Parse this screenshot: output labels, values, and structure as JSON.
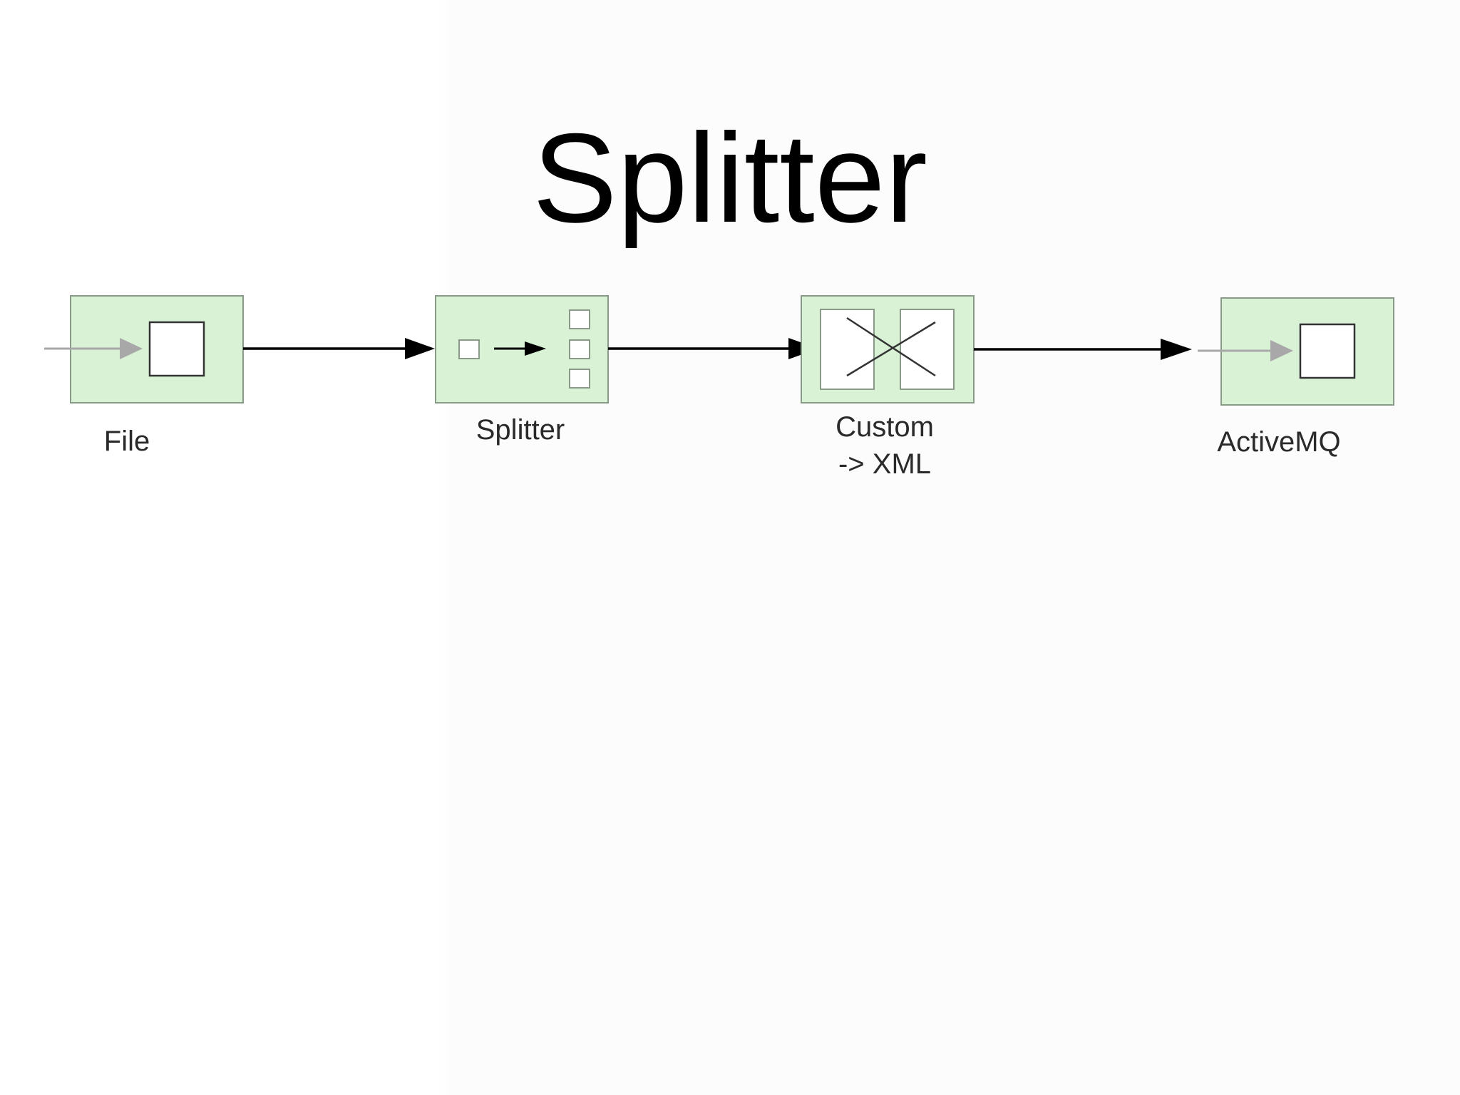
{
  "slide": {
    "title": "Splitter"
  },
  "diagram": {
    "colors": {
      "node_fill": "#d9f2d6",
      "node_border": "#8a9a88",
      "arrow": "#000000",
      "input_arrow": "#a8a8a8"
    },
    "nodes": [
      {
        "id": "file",
        "label": "File",
        "icon": "endpoint-box-icon"
      },
      {
        "id": "splitter",
        "label": "Splitter",
        "icon": "splitter-icon"
      },
      {
        "id": "custom",
        "label_line1": "Custom",
        "label_line2": "-> XML",
        "icon": "message-translator-icon"
      },
      {
        "id": "activemq",
        "label": "ActiveMQ",
        "icon": "endpoint-box-icon"
      }
    ]
  }
}
